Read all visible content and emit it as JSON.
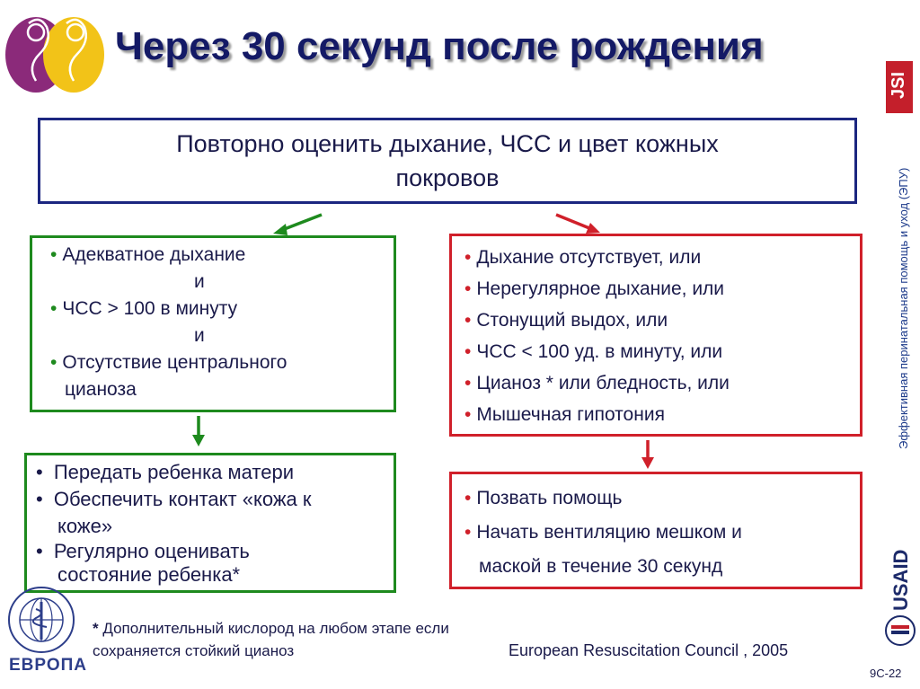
{
  "title": "Через 30 секунд после рождения",
  "top_box": {
    "line1": "Повторно оценить дыхание, ЧСС и цвет кожных",
    "line2": "покровов"
  },
  "green_box_1": {
    "item1": "Адекватное дыхание",
    "and1": "и",
    "item2": "ЧСС > 100 в минуту",
    "and2": "и",
    "item3_line1": "Отсутствие центрального",
    "item3_line2": "цианоза"
  },
  "green_box_2": {
    "item1": "Передать ребенка матери",
    "item2_line1": "Обеспечить контакт «кожа к",
    "item2_line2": "коже»",
    "item3_line1": "Регулярно оценивать",
    "item3_line2": "состояние ребенка*"
  },
  "red_box_1": {
    "items": [
      "Дыхание отсутствует, или",
      "Нерегулярное дыхание, или",
      "Стонущий выдох, или",
      "ЧСС < 100 уд. в минуту, или",
      "Цианоз * или бледность, или",
      "Мышечная гипотония"
    ]
  },
  "red_box_2": {
    "item1": "Позвать помощь",
    "item2_line1": "Начать вентиляцию мешком и",
    "item2_line2": "маской в течение 30 секунд"
  },
  "footnote": {
    "star": "*",
    "line1": "Дополнительный кислород на любом этапе если",
    "line2": "сохраняется стойкий цианоз"
  },
  "source": "European Resuscitation Council , 2005",
  "slide_number": "9C-22",
  "side_text": "Эффективная перинатальная помощь и уход (ЭПУ)",
  "jsi_logo_text": "JSI",
  "usaid_logo_text": "USAID",
  "who_label": "ЕВРОПА",
  "colors": {
    "title": "#141a66",
    "top_box_border": "#1c2680",
    "green": "#1e8a1e",
    "red": "#d0202a"
  },
  "icons": {
    "logo_top": "mother-baby-logo-icon",
    "who": "who-emblem-icon",
    "usaid": "usaid-logo-icon"
  }
}
